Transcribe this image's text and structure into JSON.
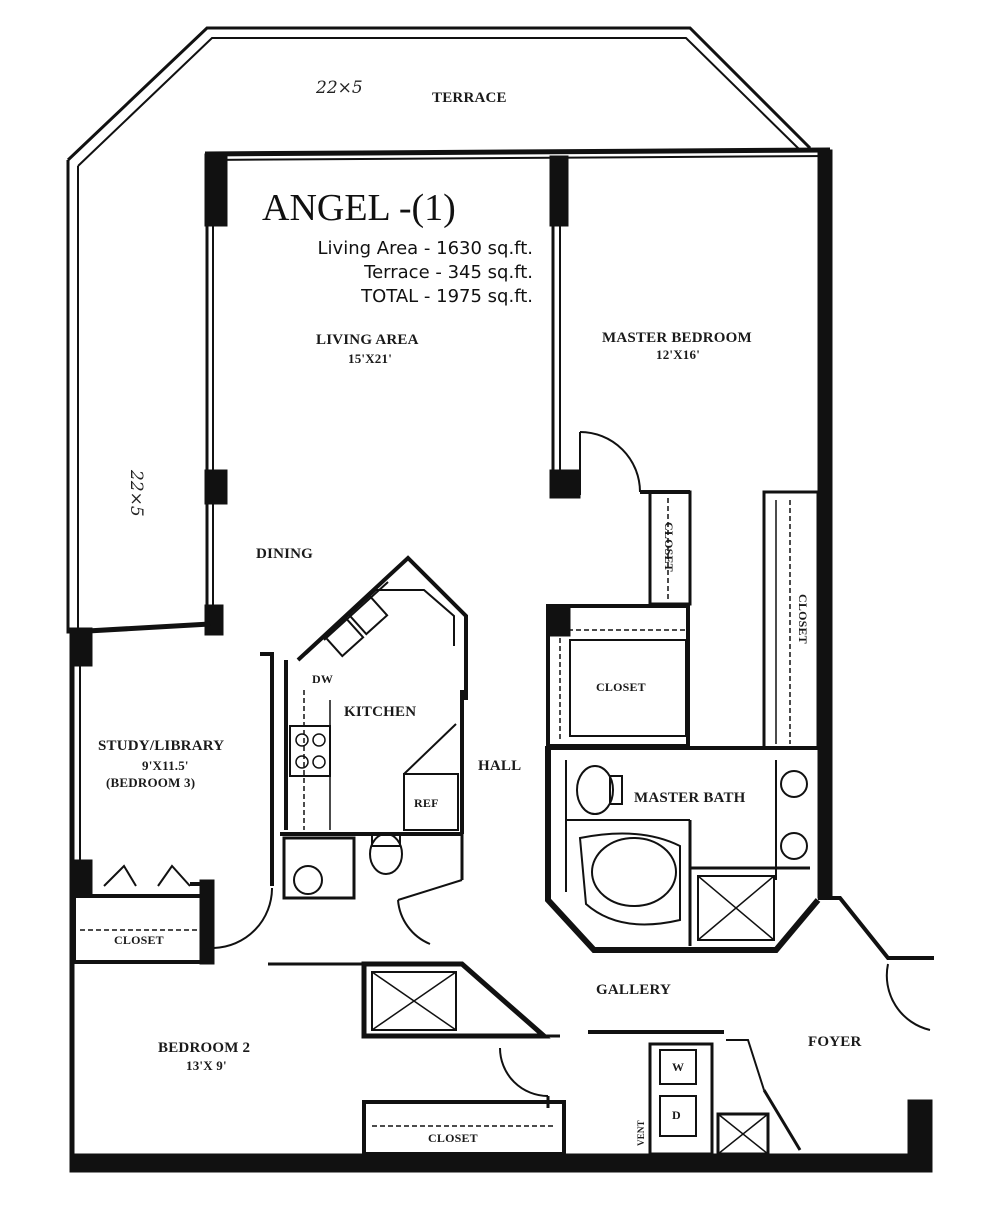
{
  "plan": {
    "title": "ANGEL -(1)",
    "info": {
      "living_area": "Living Area - 1630 sq.ft.",
      "terrace": "Terrace - 345 sq.ft.",
      "total": "TOTAL - 1975 sq.ft."
    },
    "handwritten": {
      "top": "22×5",
      "side": "22×5"
    },
    "rooms": {
      "terrace": {
        "name": "TERRACE"
      },
      "living_area": {
        "name": "LIVING AREA",
        "size": "15'X21'"
      },
      "master_bedroom": {
        "name": "MASTER BEDROOM",
        "size": "12'X16'"
      },
      "dining": {
        "name": "DINING"
      },
      "kitchen": {
        "name": "KITCHEN"
      },
      "dw": "DW",
      "ref": "REF",
      "hall": {
        "name": "HALL"
      },
      "study": {
        "name": "STUDY/LIBRARY",
        "size": "9'X11.5'",
        "alt": "(BEDROOM 3)"
      },
      "master_bath": {
        "name": "MASTER BATH"
      },
      "gallery": {
        "name": "GALLERY"
      },
      "bedroom2": {
        "name": "BEDROOM  2",
        "size": "13'X 9'"
      },
      "foyer": {
        "name": "FOYER"
      },
      "w": "W",
      "d": "D",
      "closets": {
        "master_1": "CLOSET",
        "master_2": "CLOSET",
        "master_walkin": "CLOSET",
        "study": "CLOSET",
        "bedroom2": "CLOSET"
      },
      "vent": "VENT"
    }
  }
}
